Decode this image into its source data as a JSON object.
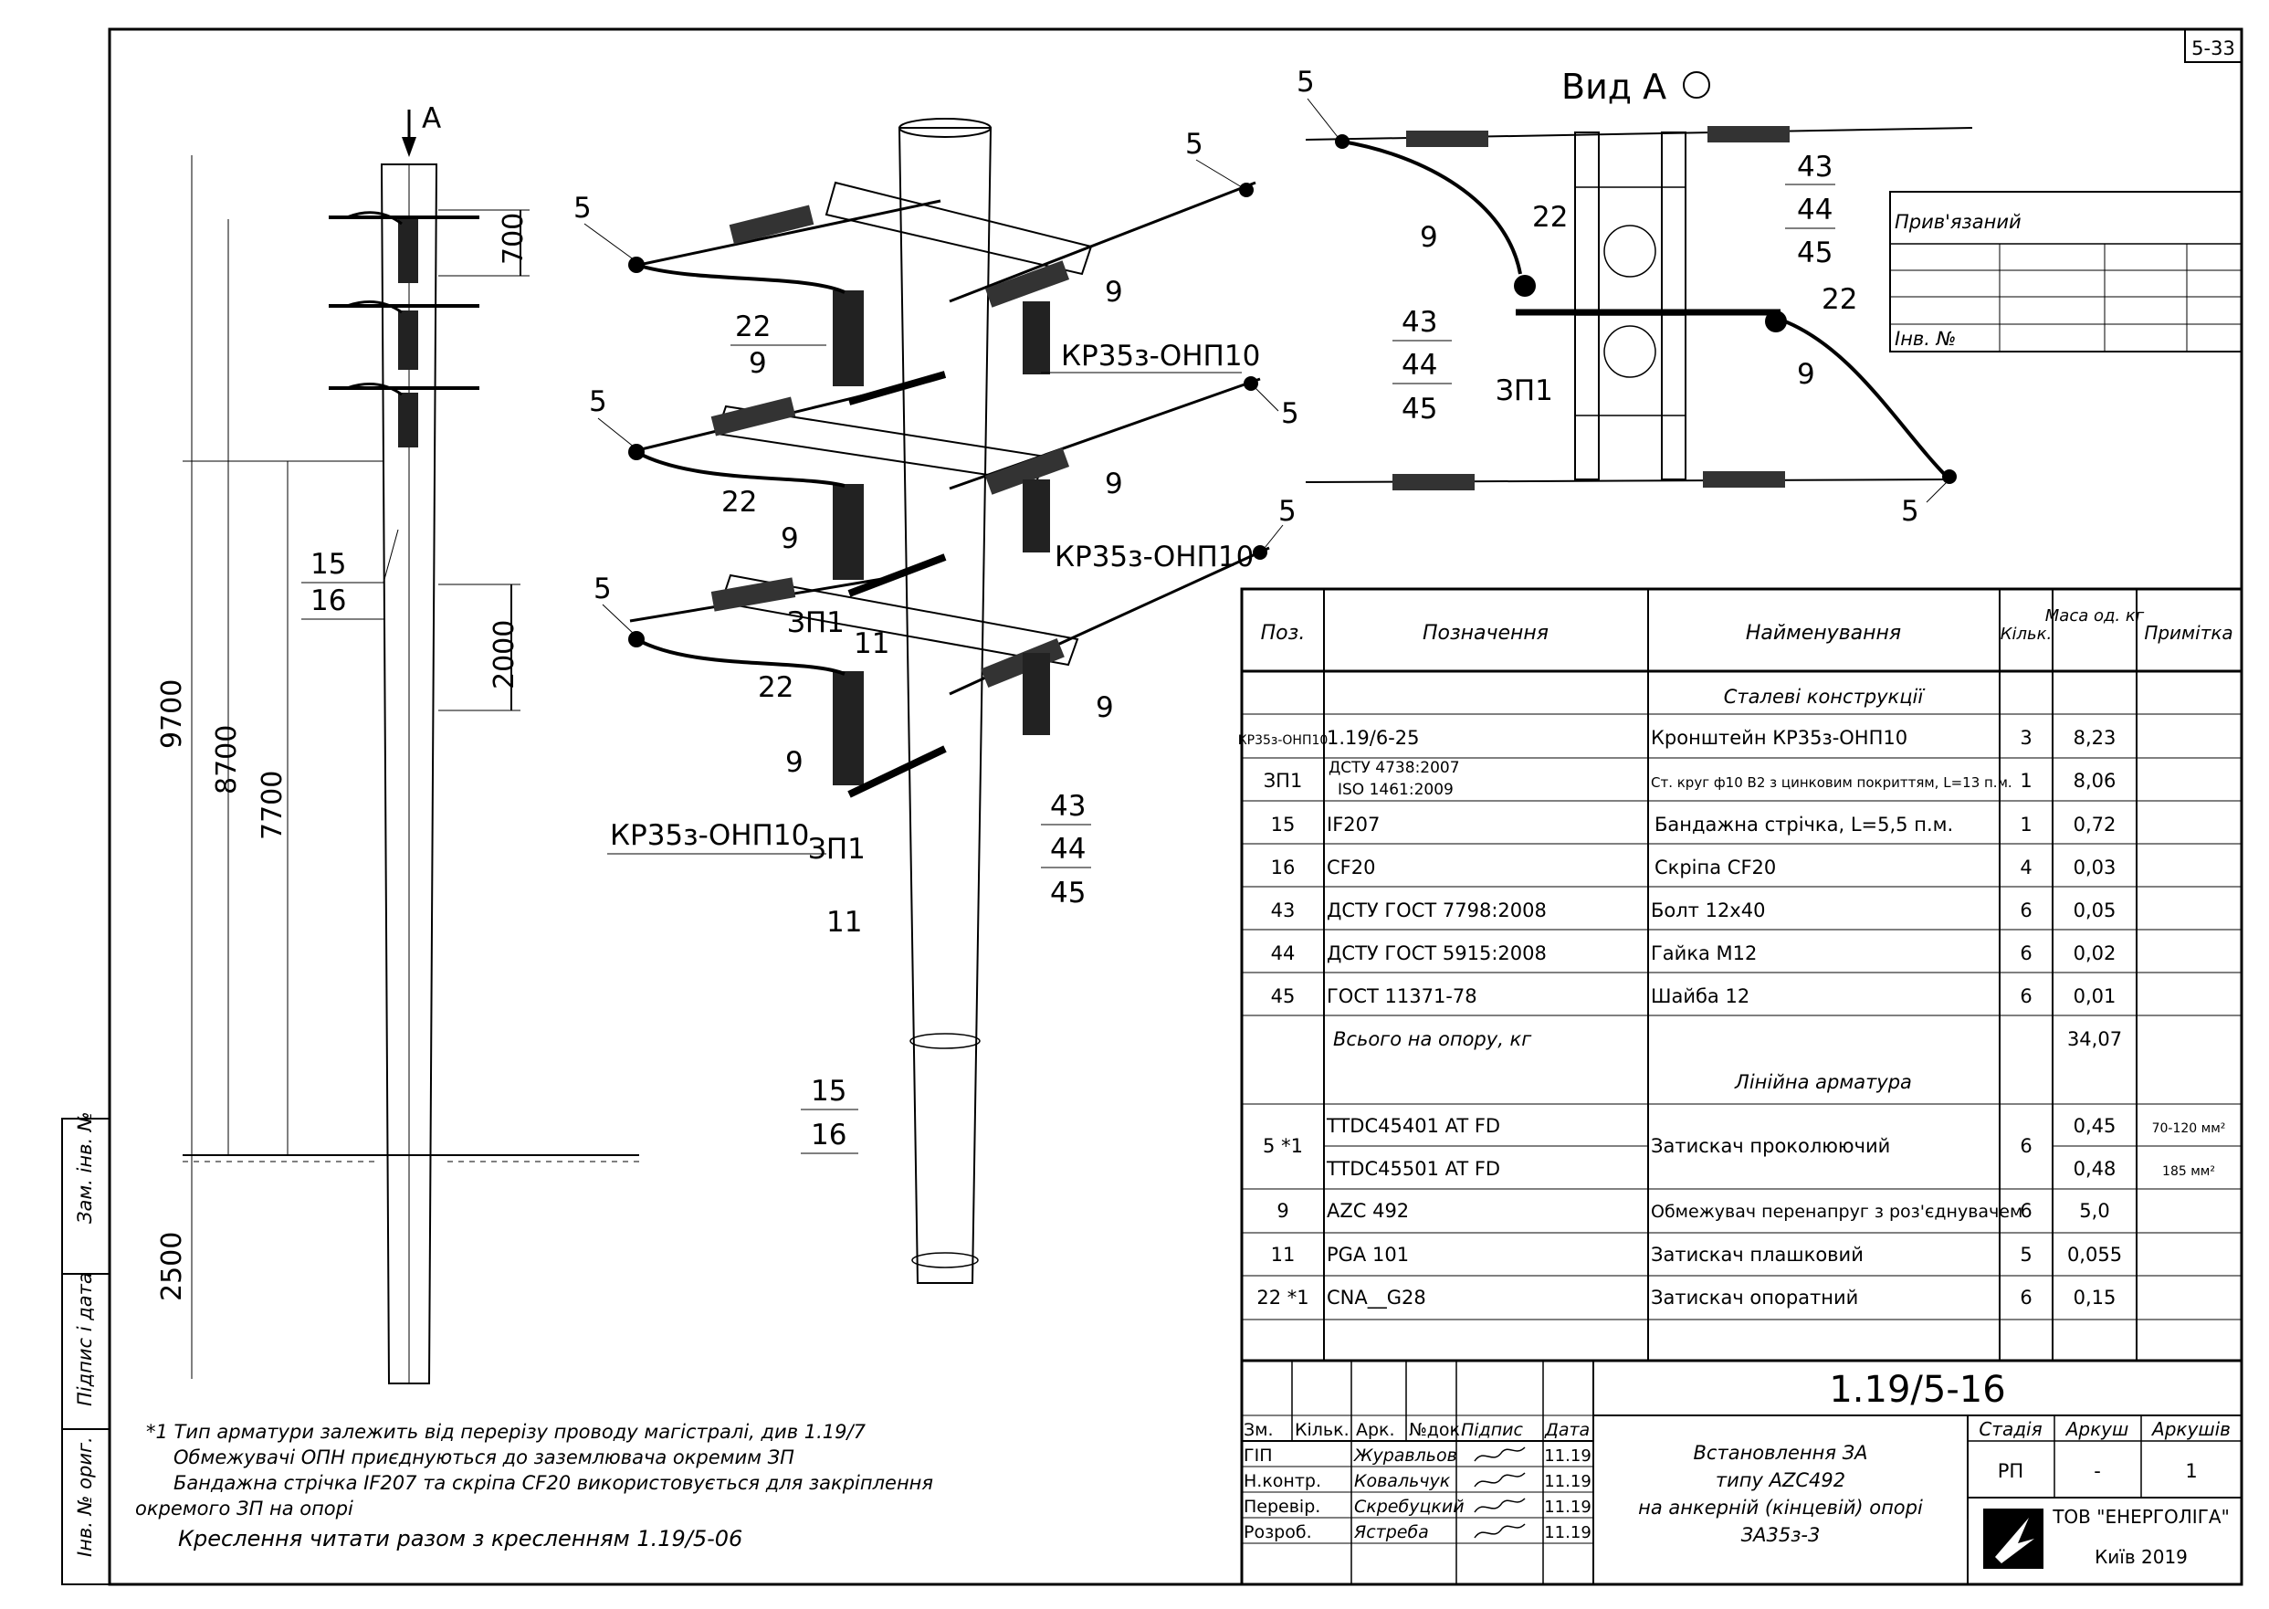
{
  "sheet_number": "5-33",
  "view_a": "Вид А",
  "arrow_a": "А",
  "dims": [
    "700",
    "2000",
    "9700",
    "8700",
    "7700",
    "2500"
  ],
  "side_labels": [
    "15",
    "16"
  ],
  "callouts_center": {
    "five": "5",
    "nine": "9",
    "twentytwo": "22",
    "eleven": "11",
    "zp1": "ЗП1",
    "kr": "КР35з-ОНП10",
    "n43": "43",
    "n44": "44",
    "n45": "45",
    "n15": "15",
    "n16": "16"
  },
  "stamp_top": {
    "title": "Прив'язаний",
    "inv": "Інв. №"
  },
  "left_strip": [
    "Зам. інв. №",
    "Підпис і дата",
    "Інв. № ориг."
  ],
  "table": {
    "headers": [
      "Поз.",
      "Позначення",
      "Найменування",
      "Кільк.",
      "Маса од. кг",
      "Примітка"
    ],
    "section_steel": "Сталеві конструкції",
    "section_line": "Лінійна арматура",
    "rows_steel": [
      {
        "pos": "КР35з-ОНП10",
        "des": "1.19/6-25",
        "name": "Кронштейн КР35з-ОНП10",
        "qty": "3",
        "mass": "8,23",
        "note": ""
      },
      {
        "pos": "ЗП1",
        "des": "ДСТУ 4738:2007",
        "des2": "ISO 1461:2009",
        "name": "Ст. круг ф10 В2 з цинковим покриттям, L=13 п.м.",
        "qty": "1",
        "mass": "8,06",
        "note": ""
      },
      {
        "pos": "15",
        "des": "IF207",
        "name": "Бандажна стрічка, L=5,5 п.м.",
        "qty": "1",
        "mass": "0,72",
        "note": ""
      },
      {
        "pos": "16",
        "des": "CF20",
        "name": "Скріпа CF20",
        "qty": "4",
        "mass": "0,03",
        "note": ""
      },
      {
        "pos": "43",
        "des": "ДСТУ ГОСТ 7798:2008",
        "name": "Болт 12х40",
        "qty": "6",
        "mass": "0,05",
        "note": ""
      },
      {
        "pos": "44",
        "des": "ДСТУ ГОСТ 5915:2008",
        "name": "Гайка М12",
        "qty": "6",
        "mass": "0,02",
        "note": ""
      },
      {
        "pos": "45",
        "des": "ГОСТ 11371-78",
        "name": "Шайба 12",
        "qty": "6",
        "mass": "0,01",
        "note": ""
      }
    ],
    "total_label": "Всього на опору, кг",
    "total_value": "34,07",
    "rows_line": [
      {
        "pos": "5 *1",
        "des": "TTDC45401 AT FD",
        "des2": "TTDC45501 AT FD",
        "name": "Затискач проколюючий",
        "qty": "6",
        "mass": "0,45",
        "mass2": "0,48",
        "note": "70-120 мм²",
        "note2": "185 мм²"
      },
      {
        "pos": "9",
        "des": "AZC 492",
        "name": "Обмежувач перенапруг з роз'єднувачем",
        "qty": "6",
        "mass": "5,0",
        "note": ""
      },
      {
        "pos": "11",
        "des": "PGA 101",
        "name": "Затискач плашковий",
        "qty": "5",
        "mass": "0,055",
        "note": ""
      },
      {
        "pos": "22 *1",
        "des": "CNA__G28",
        "name": "Затискач опоратний",
        "qty": "6",
        "mass": "0,15",
        "note": ""
      }
    ]
  },
  "title_block": {
    "code": "1.19/5-16",
    "col_heads": [
      "Зм.",
      "Кільк.",
      "Арк.",
      "№док.",
      "Підпис",
      "Дата"
    ],
    "people": [
      {
        "role": "ГІП",
        "name": "Журавльов",
        "date": "11.19"
      },
      {
        "role": "Н.контр.",
        "name": "Ковальчук",
        "date": "11.19"
      },
      {
        "role": "Перевір.",
        "name": "Скребуцкий",
        "date": "11.19"
      },
      {
        "role": "Розроб.",
        "name": "Ястреба",
        "date": "11.19"
      }
    ],
    "title_lines": [
      "Встановлення ЗА",
      "типу AZC492",
      "на анкерній (кінцевій) опорі",
      "ЗА35з-3"
    ],
    "stage_heads": [
      "Стадія",
      "Аркуш",
      "Аркушів"
    ],
    "stage": "РП",
    "sheet": "-",
    "sheets": "1",
    "company": "ТОВ \"ЕНЕРГОЛІГА\"",
    "city": "Київ 2019"
  },
  "notes": [
    "*1 Тип арматури залежить від перерізу проводу магістралі, див 1.19/7",
    "Обмежувачі ОПН приєднуються до заземлювача окремим ЗП",
    "Бандажна стрічка IF207 та скріпа CF20 використовується для закріплення",
    "окремого ЗП на опорі",
    "Креслення читати разом з кресленням 1.19/5-06"
  ]
}
